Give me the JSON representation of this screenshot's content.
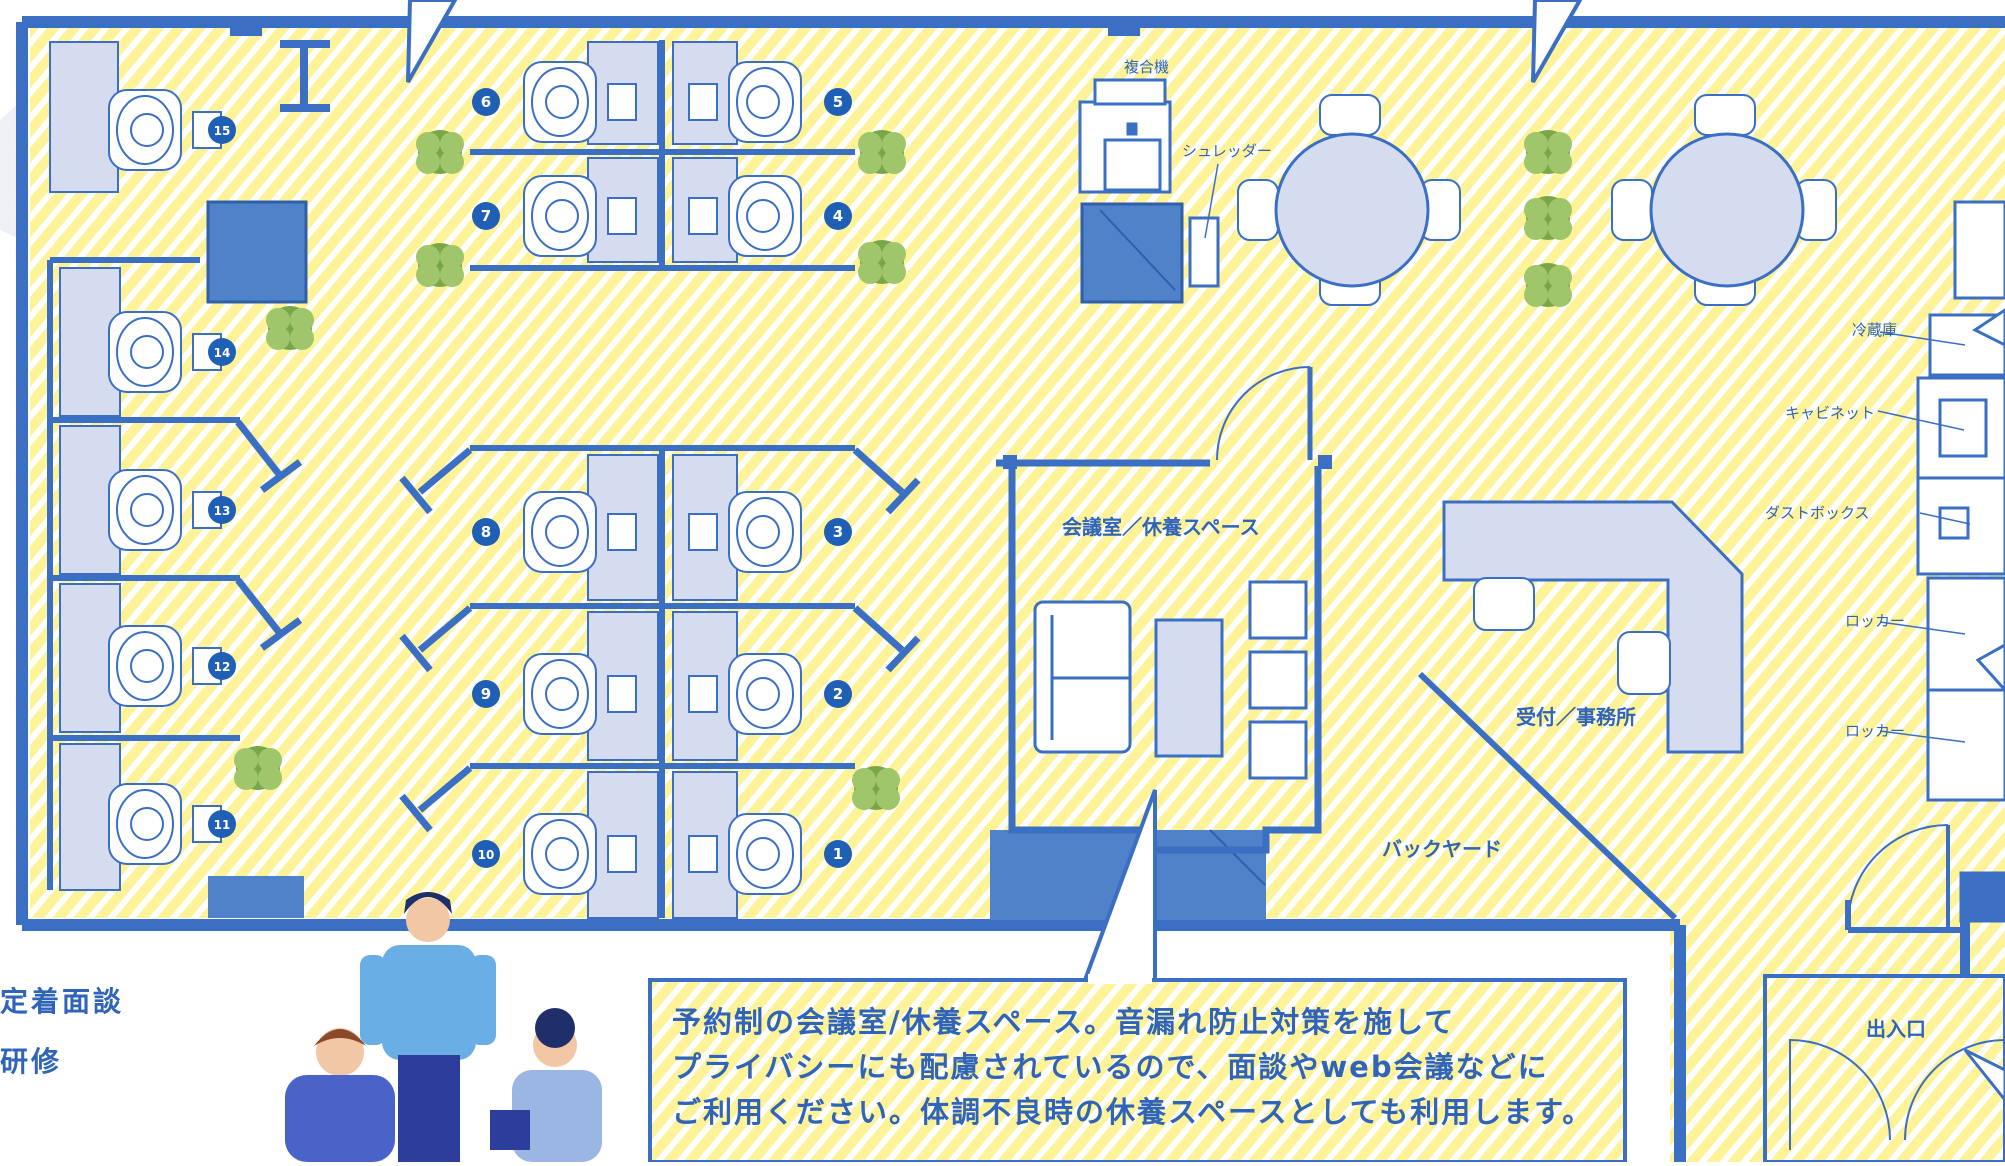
{
  "labels": {
    "copier": "複合機",
    "shredder": "シュレッダー",
    "fridge": "冷蔵庫",
    "cabinet": "キャビネット",
    "dustbox": "ダストボックス",
    "locker1": "ロッカー",
    "locker2": "ロッカー",
    "meeting_room": "会議室／休養スペース",
    "reception": "受付／事務所",
    "backyard": "バックヤード",
    "entrance": "出入口"
  },
  "side_text": {
    "line1": "定着面談",
    "line2": "研修"
  },
  "caption": {
    "line1": "予約制の会議室/休養スペース。音漏れ防止対策を施して",
    "line2": "プライバシーにも配慮されているので、面談やweb会議などに",
    "line3": "ご利用ください。体調不良時の休養スペースとしても利用します。"
  },
  "desks": [
    {
      "no": "1"
    },
    {
      "no": "2"
    },
    {
      "no": "3"
    },
    {
      "no": "4"
    },
    {
      "no": "5"
    },
    {
      "no": "6"
    },
    {
      "no": "7"
    },
    {
      "no": "8"
    },
    {
      "no": "9"
    },
    {
      "no": "10"
    },
    {
      "no": "11"
    },
    {
      "no": "12"
    },
    {
      "no": "13"
    },
    {
      "no": "14"
    },
    {
      "no": "15"
    }
  ],
  "colors": {
    "floor": "#fff6a8",
    "stripe": "#ffffff",
    "wall": "#3a6fc4",
    "dark_block": "#4f82c9",
    "furniture": "#d6dcef",
    "text": "#2f64b8"
  },
  "icons": [
    "person-at-desk-icon",
    "plant-icon",
    "round-table-icon",
    "sofa-icon",
    "copier-icon",
    "people-illustration"
  ]
}
